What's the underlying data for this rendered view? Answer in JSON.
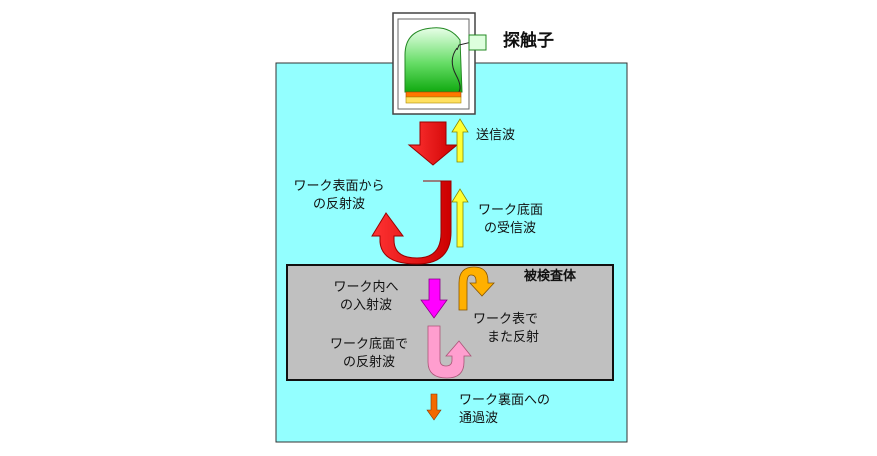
{
  "labels": {
    "probe": "探触子",
    "sent_wave": "送信波",
    "surface_reflection": "ワーク表面から\nの反射波",
    "bottom_received": "ワーク底面\nの受信波",
    "specimen": "被検査体",
    "incident_wave": "ワーク内へ\nの入射波",
    "surface_re_reflection": "ワーク表で\nまた反射",
    "bottom_reflection": "ワーク底面で\nの反射波",
    "transmitted_wave": "ワーク裏面への\n通過波"
  },
  "colors": {
    "water": "#93FFFF",
    "specimen": "#C0C0C0",
    "red_wave": "#E60000",
    "yellow_wave": "#FFFF33",
    "magenta_wave": "#FF00FF",
    "orange_wave": "#FFB000",
    "pink_wave": "#FF9ECF",
    "transmitted": "#F26A00",
    "probe_green": "#66DD66"
  }
}
